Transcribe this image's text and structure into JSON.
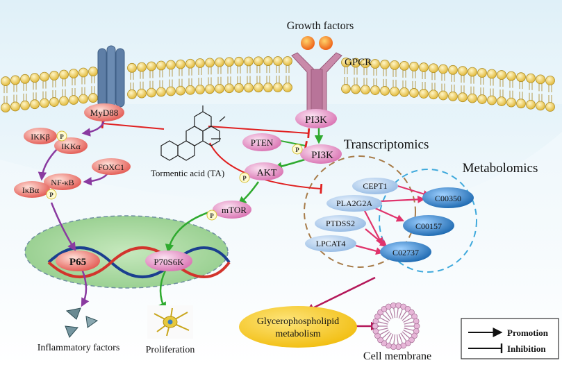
{
  "labels": {
    "growth_factors": "Growth factors",
    "gpcr": "GPCR",
    "myd88": "MyD88",
    "pi3k_top": "PI3K",
    "pi3k_lower": "PI3K",
    "pten": "PTEN",
    "akt": "AKT",
    "mtor": "mTOR",
    "ikkb": "IKKβ",
    "ikka": "IKKα",
    "foxc1": "FOXC1",
    "nfkb": "NF-κB",
    "ikba": "IκBα",
    "p65": "P65",
    "p70s6k": "P70S6K",
    "phospho": "P",
    "compound": "Tormentic acid (TA)",
    "transcriptomics": "Transcriptomics",
    "metabolomics": "Metabolomics",
    "genes": [
      "CEPT1",
      "PLA2G2A",
      "PTDSS2",
      "LPCAT4"
    ],
    "metabolites": [
      "C00350",
      "C00157",
      "C02737"
    ],
    "glycero_line1": "Glycerophospholipid",
    "glycero_line2": "metabolism",
    "cell_membrane": "Cell membrane",
    "inflammatory_factors": "Inflammatory factors",
    "proliferation": "Proliferation"
  },
  "legend": {
    "promotion": "Promotion",
    "inhibition": "Inhibition"
  },
  "colors": {
    "promotion_black": "#111111",
    "inhibition_red": "#e02020",
    "green_arrow": "#2faa2f",
    "purple_arrow": "#8a3aa0",
    "magenta_arrow": "#e0336b",
    "dark_magenta_arrow": "#b4185a",
    "membrane_head": "#f4d45a",
    "pink_protein": "#e58cc4",
    "red_protein": "#e86060",
    "gene_oval": "#a9c8ea",
    "metabolite_oval": "#1c6fc2",
    "nucleus": "#a8d8a0",
    "glycero_oval": "#f7c81c"
  }
}
